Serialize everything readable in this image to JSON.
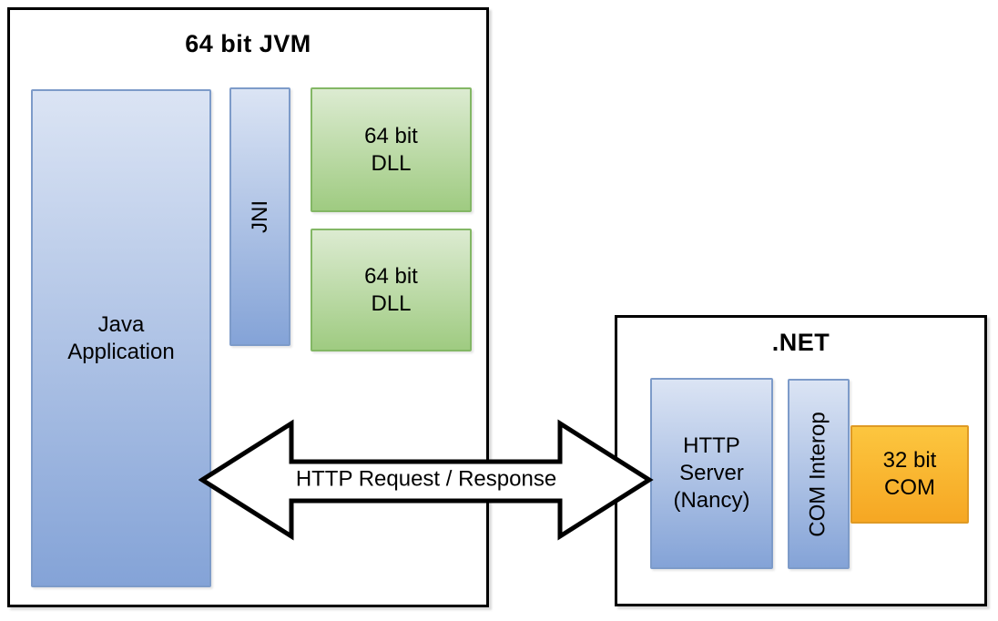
{
  "jvm_box": {
    "title": "64 bit JVM",
    "java_application": {
      "line1": "Java",
      "line2": "Application"
    },
    "jni_label": "JNI",
    "dll_boxes": [
      {
        "line1": "64 bit",
        "line2": "DLL"
      },
      {
        "line1": "64 bit",
        "line2": "DLL"
      }
    ]
  },
  "arrow": {
    "label": "HTTP Request / Response"
  },
  "net_box": {
    "title": ".NET",
    "http_server": {
      "line1": "HTTP",
      "line2": "Server",
      "line3": "(Nancy)"
    },
    "com_interop_label": "COM Interop",
    "com_32bit": {
      "line1": "32 bit",
      "line2": "COM"
    }
  },
  "colors": {
    "blue_top": "#dbe4f4",
    "blue_bottom": "#84a3d7",
    "blue_border": "#7d9bc9",
    "green_top": "#dcebd1",
    "green_bottom": "#9fcb81",
    "green_border": "#83b765",
    "orange_top": "#fcc63f",
    "orange_bottom": "#f6a723",
    "orange_border": "#df9a25",
    "arrow_fill": "#ffffff",
    "arrow_stroke": "#000000",
    "container_border": "#000000"
  }
}
